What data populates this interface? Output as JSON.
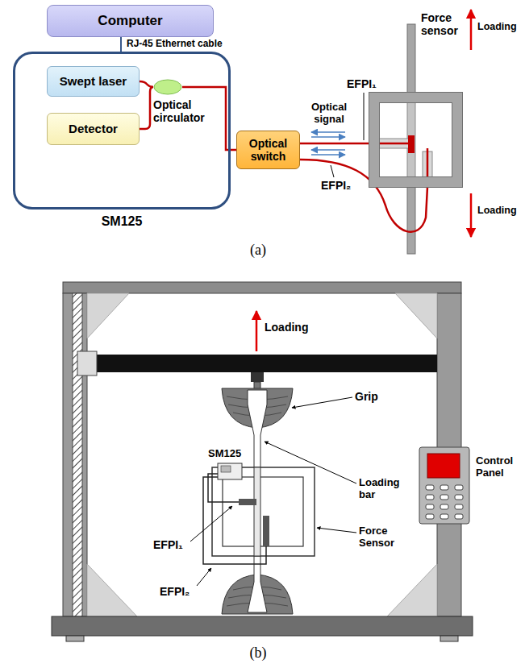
{
  "diagram": {
    "nodes": [
      {
        "text": [
          "Computer"
        ]
      },
      {
        "text": [
          "SM125"
        ]
      },
      {
        "text": [
          "Swept laser"
        ],
        "in": 1
      },
      {
        "text": [
          "Detector"
        ],
        "in": 1
      },
      {
        "text": [
          "Optical circulator"
        ],
        "in": 1
      },
      {
        "text": [
          "Optical switch"
        ]
      },
      {
        "text": [
          "Force sensor"
        ]
      }
    ],
    "edges": [
      {
        "from": 0,
        "to": 1,
        "arrow": "none",
        "label": "RJ-45 Ethernet cable"
      },
      {
        "from": 2,
        "to": 4,
        "arrow": "none"
      },
      {
        "from": 3,
        "to": 4,
        "arrow": "none"
      },
      {
        "from": 4,
        "to": 5,
        "arrow": "none"
      },
      {
        "from": 5,
        "to": 6,
        "arrow": "none"
      },
      {
        "from": 5,
        "to": 6,
        "arrow": "none"
      }
    ],
    "labels": [
      "Optical signal",
      "EFPI₁",
      "EFPI₂",
      "Loading",
      "Loading",
      "(a)",
      "Loading",
      "Grip",
      "SM125",
      "Control Panel",
      "Loading bar",
      "Force Sensor",
      "EFPI₁",
      "EFPI₂",
      "(b)"
    ]
  }
}
